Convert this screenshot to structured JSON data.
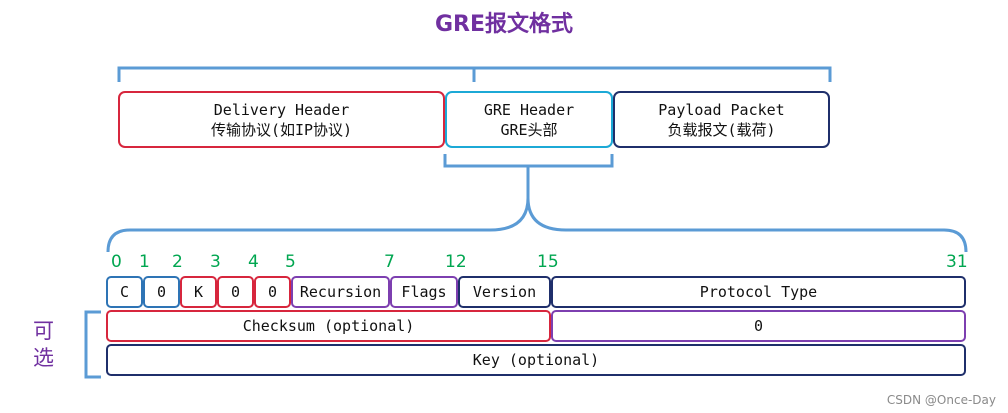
{
  "title": "GRE报文格式",
  "top_row": {
    "delivery": {
      "line1": "Delivery Header",
      "line2": "传输协议(如IP协议)"
    },
    "gre": {
      "line1": "GRE Header",
      "line2": "GRE头部"
    },
    "payload": {
      "line1": "Payload Packet",
      "line2": "负载报文(载荷)"
    }
  },
  "bit_numbers": [
    "0",
    "1",
    "2",
    "3",
    "4",
    "5",
    "7",
    "12",
    "15",
    "31"
  ],
  "header_fields": {
    "c": "C",
    "zero1": "0",
    "k": "K",
    "zero2": "0",
    "zero3": "0",
    "recursion": "Recursion",
    "flags": "Flags",
    "version": "Version",
    "protocol_type": "Protocol Type"
  },
  "row2": {
    "checksum": "Checksum (optional)",
    "zero": "0"
  },
  "row3": {
    "key": "Key (optional)"
  },
  "optional_label": {
    "line1": "可",
    "line2": "选"
  },
  "watermark": "CSDN @Once-Day",
  "colors": {
    "title": "#7030a0",
    "bracket": "#5b9bd5",
    "bit_numbers": "#00a650",
    "red": "#d7263d",
    "cyan": "#1ca9d6",
    "navy": "#1f2f6b",
    "purple": "#7d3fb0",
    "blue": "#2e74b5"
  }
}
